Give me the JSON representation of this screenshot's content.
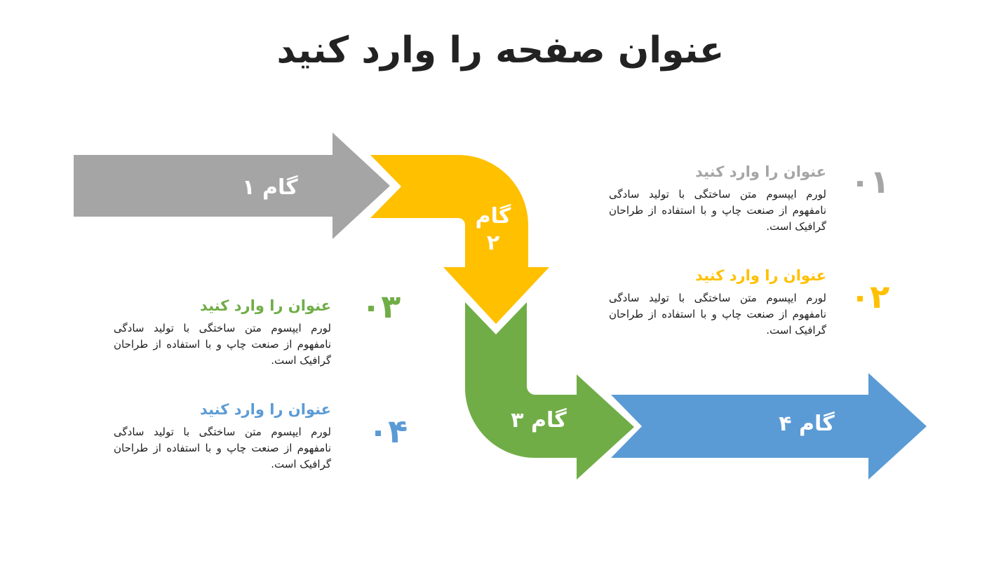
{
  "title": "عنوان صفحه را وارد کنید",
  "colors": {
    "step1": "#a5a5a5",
    "step2": "#ffc000",
    "step3": "#70ad47",
    "step4": "#5b9bd5",
    "background": "#ffffff",
    "title_text": "#222222"
  },
  "arrows": [
    {
      "label": "گام ۱"
    },
    {
      "label": "گام ۲"
    },
    {
      "label": "گام ۳"
    },
    {
      "label": "گام ۴"
    }
  ],
  "steps": [
    {
      "number": "۰۱",
      "heading": "عنوان را وارد کنید",
      "text": "لورم ایپسوم متن ساختگی با تولید سادگی نامفهوم از صنعت چاپ و با استفاده از طراحان گرافیک است."
    },
    {
      "number": "۰۲",
      "heading": "عنوان را وارد کنید",
      "text": "لورم ایپسوم متن ساختگی با تولید سادگی نامفهوم از صنعت چاپ و با استفاده از طراحان گرافیک است."
    },
    {
      "number": "۰۳",
      "heading": "عنوان را وارد کنید",
      "text": "لورم ایپسوم متن ساختگی با تولید سادگی نامفهوم از صنعت چاپ و با استفاده از طراحان گرافیک است."
    },
    {
      "number": "۰۴",
      "heading": "عنوان را وارد کنید",
      "text": "لورم ایپسوم متن ساختگی با تولید سادگی نامفهوم از صنعت چاپ و با استفاده از طراحان گرافیک است."
    }
  ]
}
